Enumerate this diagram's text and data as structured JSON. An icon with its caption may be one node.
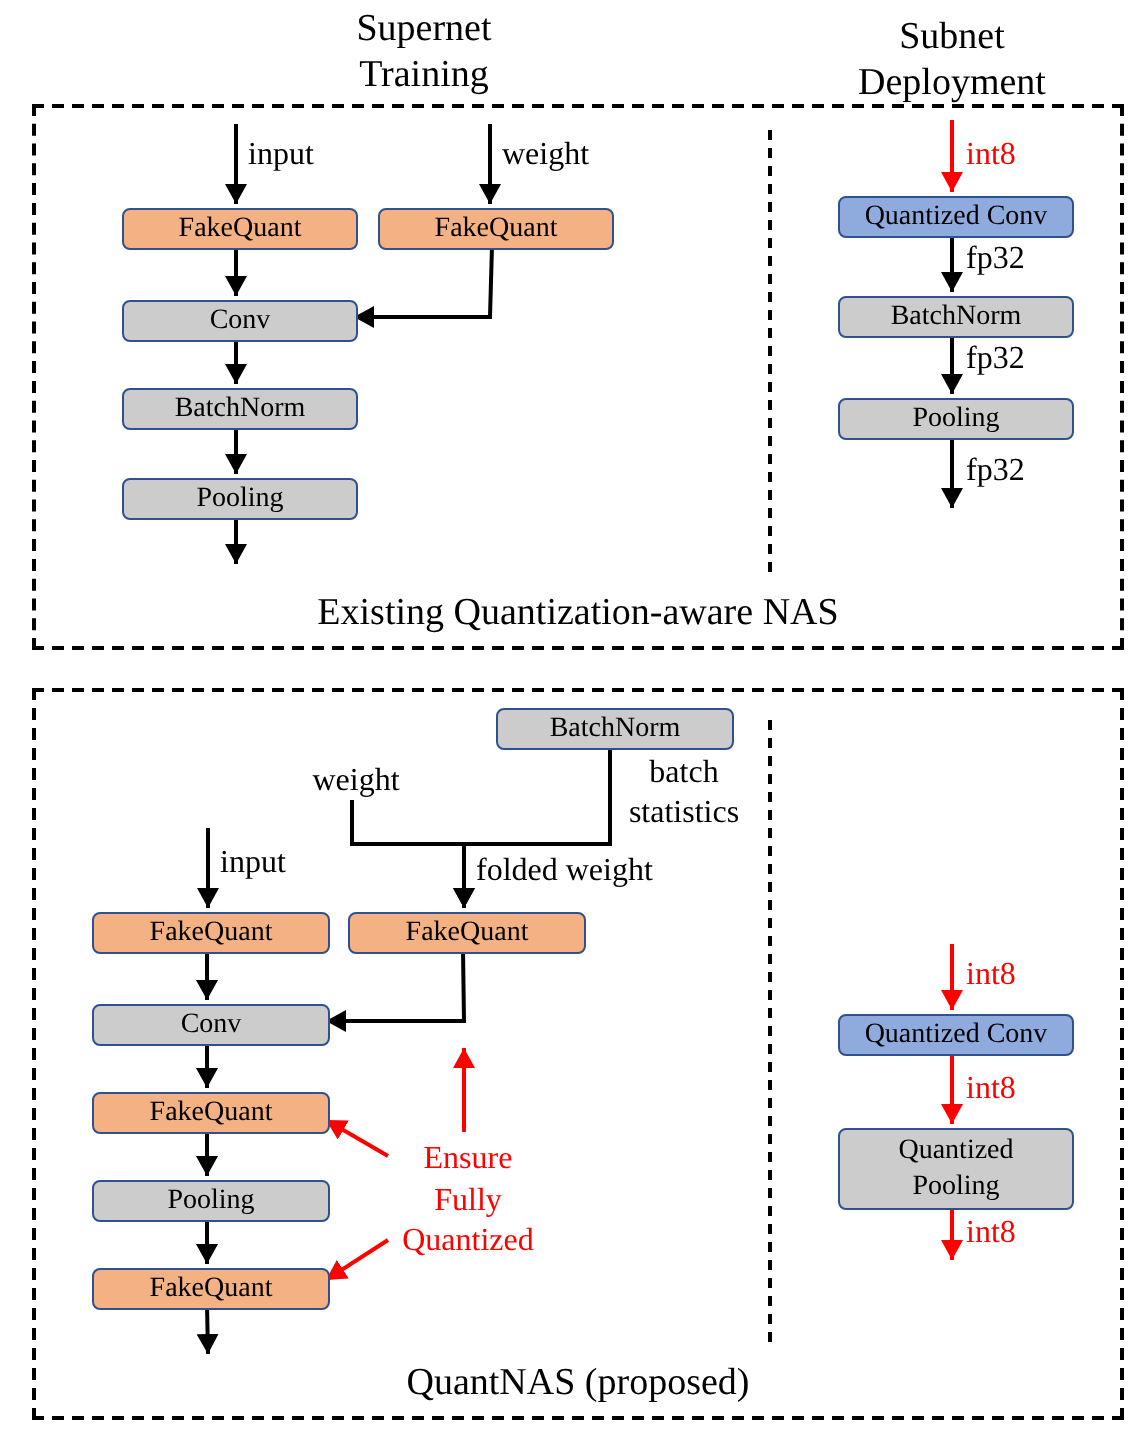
{
  "diagram": {
    "nodes": [
      {
        "text": [
          "Existing Quantization-aware NAS"
        ]
      },
      {
        "text": [
          "FakeQuant"
        ],
        "in": 0
      },
      {
        "text": [
          "FakeQuant"
        ],
        "in": 0
      },
      {
        "text": [
          "Conv"
        ],
        "in": 0
      },
      {
        "text": [
          "BatchNorm"
        ],
        "in": 0
      },
      {
        "text": [
          "Pooling"
        ],
        "in": 0
      },
      {
        "text": [
          "Quantized Conv"
        ],
        "in": 0
      },
      {
        "text": [
          "BatchNorm"
        ],
        "in": 0
      },
      {
        "text": [
          "Pooling"
        ],
        "in": 0
      },
      {
        "text": [
          "QuantNAS (proposed)"
        ]
      },
      {
        "text": [
          "BatchNorm"
        ],
        "in": 9
      },
      {
        "text": [
          "weight"
        ],
        "in": 9
      },
      {
        "text": [
          "FakeQuant"
        ],
        "in": 9
      },
      {
        "text": [
          "FakeQuant"
        ],
        "in": 9
      },
      {
        "text": [
          "Conv"
        ],
        "in": 9
      },
      {
        "text": [
          "FakeQuant"
        ],
        "in": 9
      },
      {
        "text": [
          "Pooling"
        ],
        "in": 9
      },
      {
        "text": [
          "FakeQuant"
        ],
        "in": 9
      },
      {
        "text": [
          "Ensure Fully Quantized"
        ],
        "in": 9
      },
      {
        "text": [
          "Quantized Conv"
        ],
        "in": 9
      },
      {
        "text": [
          "Quantized Pooling"
        ],
        "in": 9
      }
    ],
    "edges": [
      {
        "from": null,
        "to": 1,
        "arrow": "to",
        "label": "input"
      },
      {
        "from": null,
        "to": 2,
        "arrow": "to",
        "label": "weight"
      },
      {
        "from": 1,
        "to": 3,
        "arrow": "to"
      },
      {
        "from": 2,
        "to": 3,
        "arrow": "to"
      },
      {
        "from": 3,
        "to": 4,
        "arrow": "to"
      },
      {
        "from": 4,
        "to": 5,
        "arrow": "to"
      },
      {
        "from": 5,
        "to": null,
        "arrow": "to"
      },
      {
        "from": null,
        "to": 6,
        "arrow": "to",
        "label": "int8",
        "color": "#ff0000"
      },
      {
        "from": 6,
        "to": 7,
        "arrow": "to",
        "label": "fp32"
      },
      {
        "from": 7,
        "to": 8,
        "arrow": "to",
        "label": "fp32"
      },
      {
        "from": 8,
        "to": null,
        "arrow": "to",
        "label": "fp32"
      },
      {
        "from": null,
        "to": 12,
        "arrow": "to",
        "label": "input"
      },
      {
        "from": 11,
        "to": 13,
        "arrow": "to",
        "label": "folded weight"
      },
      {
        "from": 10,
        "to": 13,
        "arrow": "to",
        "label": "batch statistics"
      },
      {
        "from": 12,
        "to": 14,
        "arrow": "to"
      },
      {
        "from": 13,
        "to": 14,
        "arrow": "to"
      },
      {
        "from": 14,
        "to": 15,
        "arrow": "to"
      },
      {
        "from": 15,
        "to": 16,
        "arrow": "to"
      },
      {
        "from": 16,
        "to": 17,
        "arrow": "to"
      },
      {
        "from": 17,
        "to": null,
        "arrow": "to"
      },
      {
        "from": 18,
        "to": null,
        "arrow": "to",
        "color": "#ff0000"
      },
      {
        "from": 18,
        "to": 15,
        "arrow": "to",
        "color": "#ff0000"
      },
      {
        "from": 18,
        "to": 17,
        "arrow": "to",
        "color": "#ff0000"
      },
      {
        "from": null,
        "to": 19,
        "arrow": "to",
        "label": "int8",
        "color": "#ff0000"
      },
      {
        "from": 19,
        "to": 20,
        "arrow": "to",
        "label": "int8",
        "color": "#ff0000"
      },
      {
        "from": 20,
        "to": null,
        "arrow": "to",
        "label": "int8",
        "color": "#ff0000"
      }
    ],
    "labels": [
      "Supernet Training",
      "Subnet Deployment"
    ]
  }
}
